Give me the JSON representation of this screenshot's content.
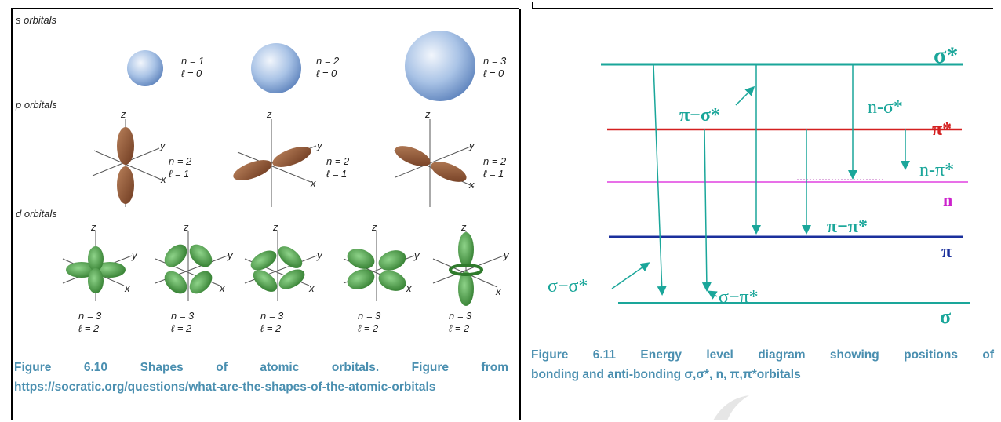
{
  "left_figure": {
    "rows": [
      {
        "label": "s orbitals",
        "items": [
          {
            "n": "n = 1",
            "l": "ℓ = 0"
          },
          {
            "n": "n = 2",
            "l": "ℓ = 0"
          },
          {
            "n": "n = 3",
            "l": "ℓ = 0"
          }
        ]
      },
      {
        "label": "p orbitals",
        "items": [
          {
            "n": "n = 2",
            "l": "ℓ = 1"
          },
          {
            "n": "n = 2",
            "l": "ℓ = 1"
          },
          {
            "n": "n = 2",
            "l": "ℓ = 1"
          }
        ]
      },
      {
        "label": "d orbitals",
        "items": [
          {
            "n": "n = 3",
            "l": "ℓ = 2"
          },
          {
            "n": "n = 3",
            "l": "ℓ = 2"
          },
          {
            "n": "n = 3",
            "l": "ℓ = 2"
          },
          {
            "n": "n = 3",
            "l": "ℓ = 2"
          },
          {
            "n": "n = 3",
            "l": "ℓ = 2"
          }
        ]
      }
    ],
    "axis_labels": {
      "x": "x",
      "y": "y",
      "z": "z"
    },
    "colors": {
      "s_orbital": "#8fb0dc",
      "p_orbital": "#8a5232",
      "d_orbital": "#3e8f3a"
    }
  },
  "right_figure": {
    "levels": [
      {
        "id": "sigma-star",
        "label": "σ*",
        "color": "#1aa69a"
      },
      {
        "id": "pi-star",
        "label": "π*",
        "color": "#d42020"
      },
      {
        "id": "n",
        "label": "n",
        "color": "#cc22cc"
      },
      {
        "id": "pi",
        "label": "π",
        "color": "#1a2f9c"
      },
      {
        "id": "sigma",
        "label": "σ",
        "color": "#1aa69a"
      }
    ],
    "transitions": [
      {
        "label": "σ−σ*"
      },
      {
        "label": "π−σ*"
      },
      {
        "label": "n-σ*"
      },
      {
        "label": "n-π*"
      },
      {
        "label": "π−π*"
      },
      {
        "label": "σ−π*"
      }
    ],
    "transition_color": "#1aa69a"
  },
  "captions": {
    "left_line1": "Figure 6.10 Shapes of atomic orbitals. Figure from",
    "left_rest": "https://socratic.org/questions/what-are-the-shapes-of-the-atomic-orbitals",
    "right_line1": "Figure 6.11 Energy level diagram showing positions of",
    "right_rest": "bonding and anti-bonding σ,σ*, n, π,π*orbitals"
  }
}
